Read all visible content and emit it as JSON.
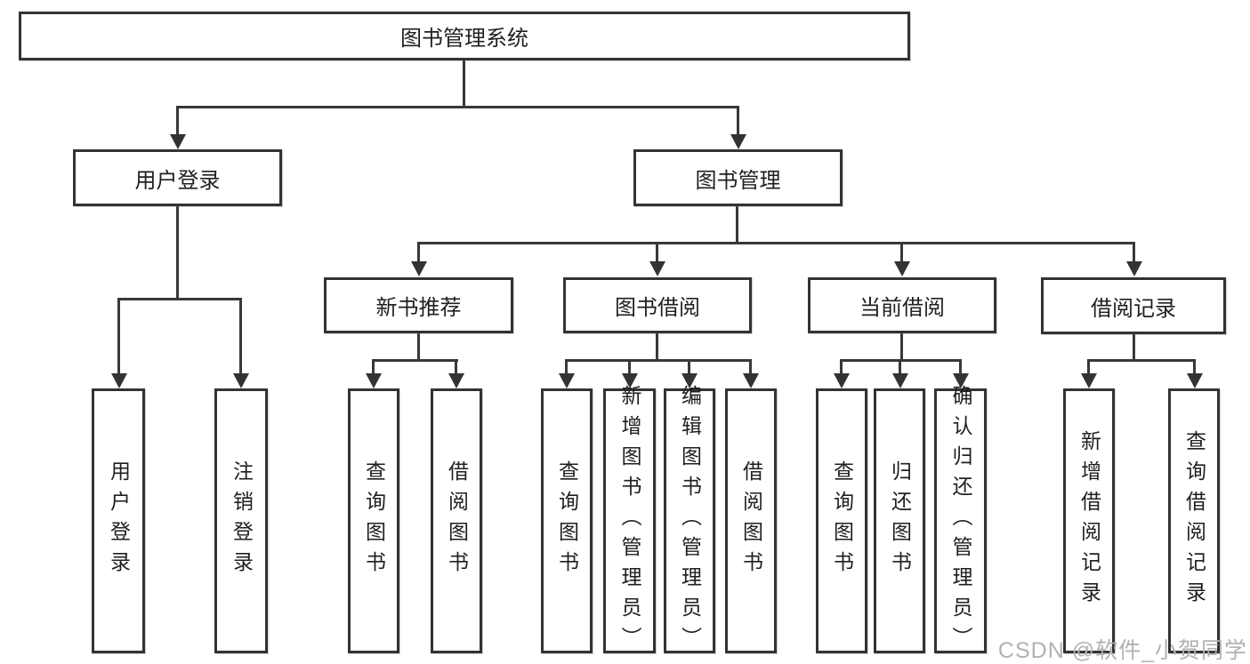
{
  "tree": {
    "root": "图书管理系统",
    "branches": [
      {
        "label": "用户登录",
        "children": [
          "用户登录",
          "注销登录"
        ]
      },
      {
        "label": "图书管理",
        "sections": [
          {
            "label": "新书推荐",
            "children": [
              "查询图书",
              "借阅图书"
            ]
          },
          {
            "label": "图书借阅",
            "children": [
              "查询图书",
              "新增图书（管理员）",
              "编辑图书（管理员）",
              "借阅图书"
            ]
          },
          {
            "label": "当前借阅",
            "children": [
              "查询图书",
              "归还图书",
              "确认归还（管理员）"
            ]
          },
          {
            "label": "借阅记录",
            "children": [
              "新增借阅记录",
              "查询借阅记录"
            ]
          }
        ]
      }
    ]
  },
  "colors": {
    "box_border": "#333333",
    "connector_line": "#383838",
    "text": "#1f1f1f",
    "watermark": "#b2b2b2"
  },
  "watermark": {
    "text": "CSDN @软件_小贺同学"
  }
}
